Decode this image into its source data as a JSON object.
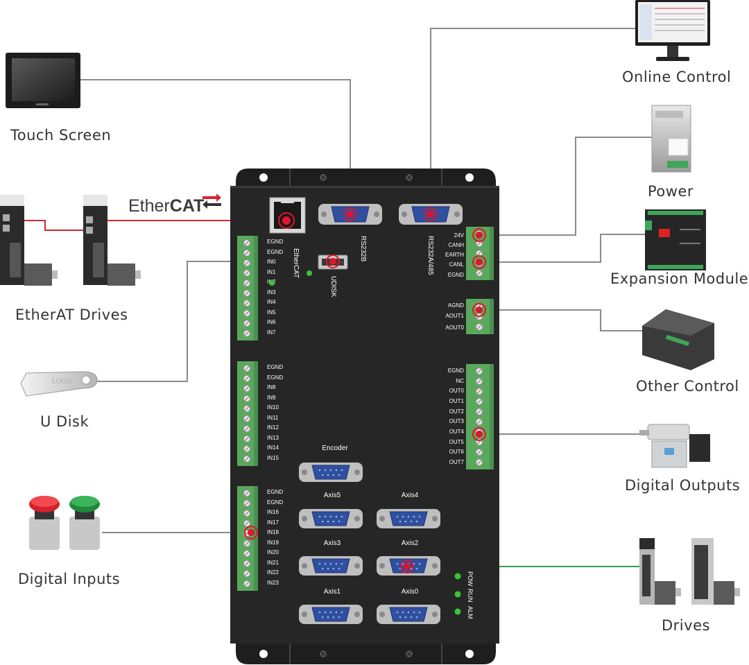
{
  "peripherals": {
    "touch_screen": "Touch Screen",
    "ethercat_drives": "EtherAT Drives",
    "u_disk": "U Disk",
    "digital_inputs": "Digital Inputs",
    "online_control": "Online Control",
    "power": "Power",
    "expansion_module": "Expansion  Module",
    "other_control": "Other  Control",
    "digital_outputs": "Digital  Outputs",
    "drives": "Drives"
  },
  "ethercat_logo": {
    "thin": "Ether",
    "bold": "CAT"
  },
  "usb_logo": "LOGO",
  "controller": {
    "ethercat_port": "EtherCAT",
    "udisk_port": "UDISK",
    "rs232b": "RS232B",
    "rs232a485": "RS232A/485",
    "encoder": "Encoder",
    "axes": [
      "Axis5",
      "Axis4",
      "Axis3",
      "Axis2",
      "Axis1",
      "Axis0"
    ],
    "leds": [
      "POW",
      "RUN",
      "ALM"
    ],
    "left_block1": [
      "EGND",
      "EGND",
      "IN0",
      "IN1",
      "IN2",
      "IN3",
      "IN4",
      "IN5",
      "IN6",
      "IN7"
    ],
    "left_block2": [
      "EGND",
      "EGND",
      "IN8",
      "IN9",
      "IN10",
      "IN11",
      "IN12",
      "IN13",
      "IN14",
      "IN15"
    ],
    "left_block3": [
      "EGND",
      "EGND",
      "IN16",
      "IN17",
      "IN18",
      "IN19",
      "IN20",
      "IN21",
      "IN22",
      "IN23"
    ],
    "right_power": [
      "24V",
      "CANH",
      "EARTH",
      "CANL",
      "EGND"
    ],
    "right_analog": [
      "AGND",
      "AOUT1",
      "AOUT0"
    ],
    "right_outputs": [
      "EGND",
      "NC",
      "OUT0",
      "OUT1",
      "OUT2",
      "OUT3",
      "OUT4",
      "OUT5",
      "OUT6",
      "OUT7"
    ]
  },
  "colors": {
    "controller_body": "#222222",
    "terminal_green": "#5aa85c",
    "connector_blue": "#2f4f9f",
    "highlight_red": "#e3142a",
    "cable_gray": "#8a8a8a",
    "ethercat_cable": "#d8262e",
    "drive_cable": "#2e9e4e",
    "led_green": "#39c43b"
  }
}
